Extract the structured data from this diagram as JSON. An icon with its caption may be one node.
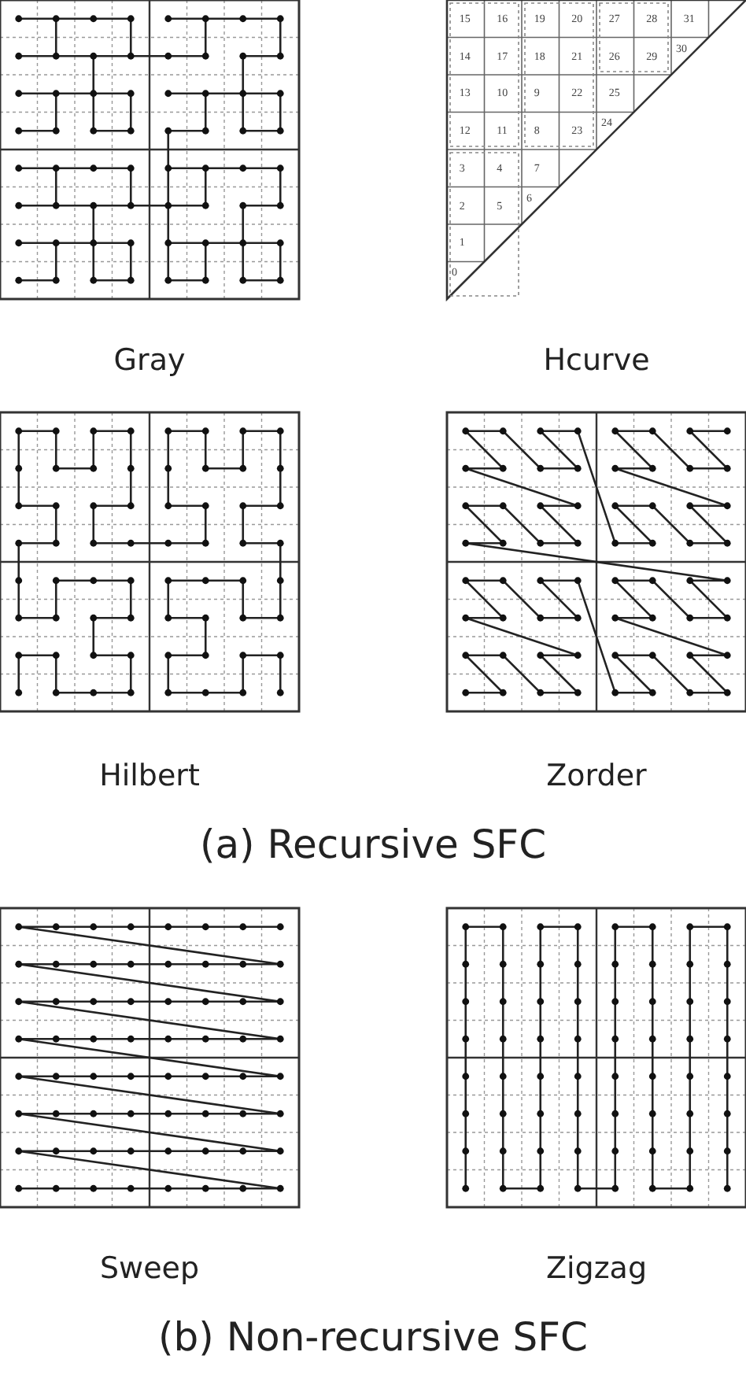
{
  "diagram": {
    "labels": [
      "15",
      "16",
      "19",
      "20",
      "27",
      "28",
      "31",
      "14",
      "17",
      "18",
      "21",
      "26",
      "29",
      "30",
      "13",
      "10",
      "9",
      "22",
      "25",
      "12",
      "11",
      "8",
      "23",
      "24",
      "3",
      "4",
      "7",
      "2",
      "5",
      "6",
      "1",
      "0",
      "Gray",
      "Hcurve",
      "Hilbert",
      "Zorder",
      "(a) Recursive SFC",
      "Sweep",
      "Zigzag",
      "(b) Non-recursive SFC"
    ]
  }
}
